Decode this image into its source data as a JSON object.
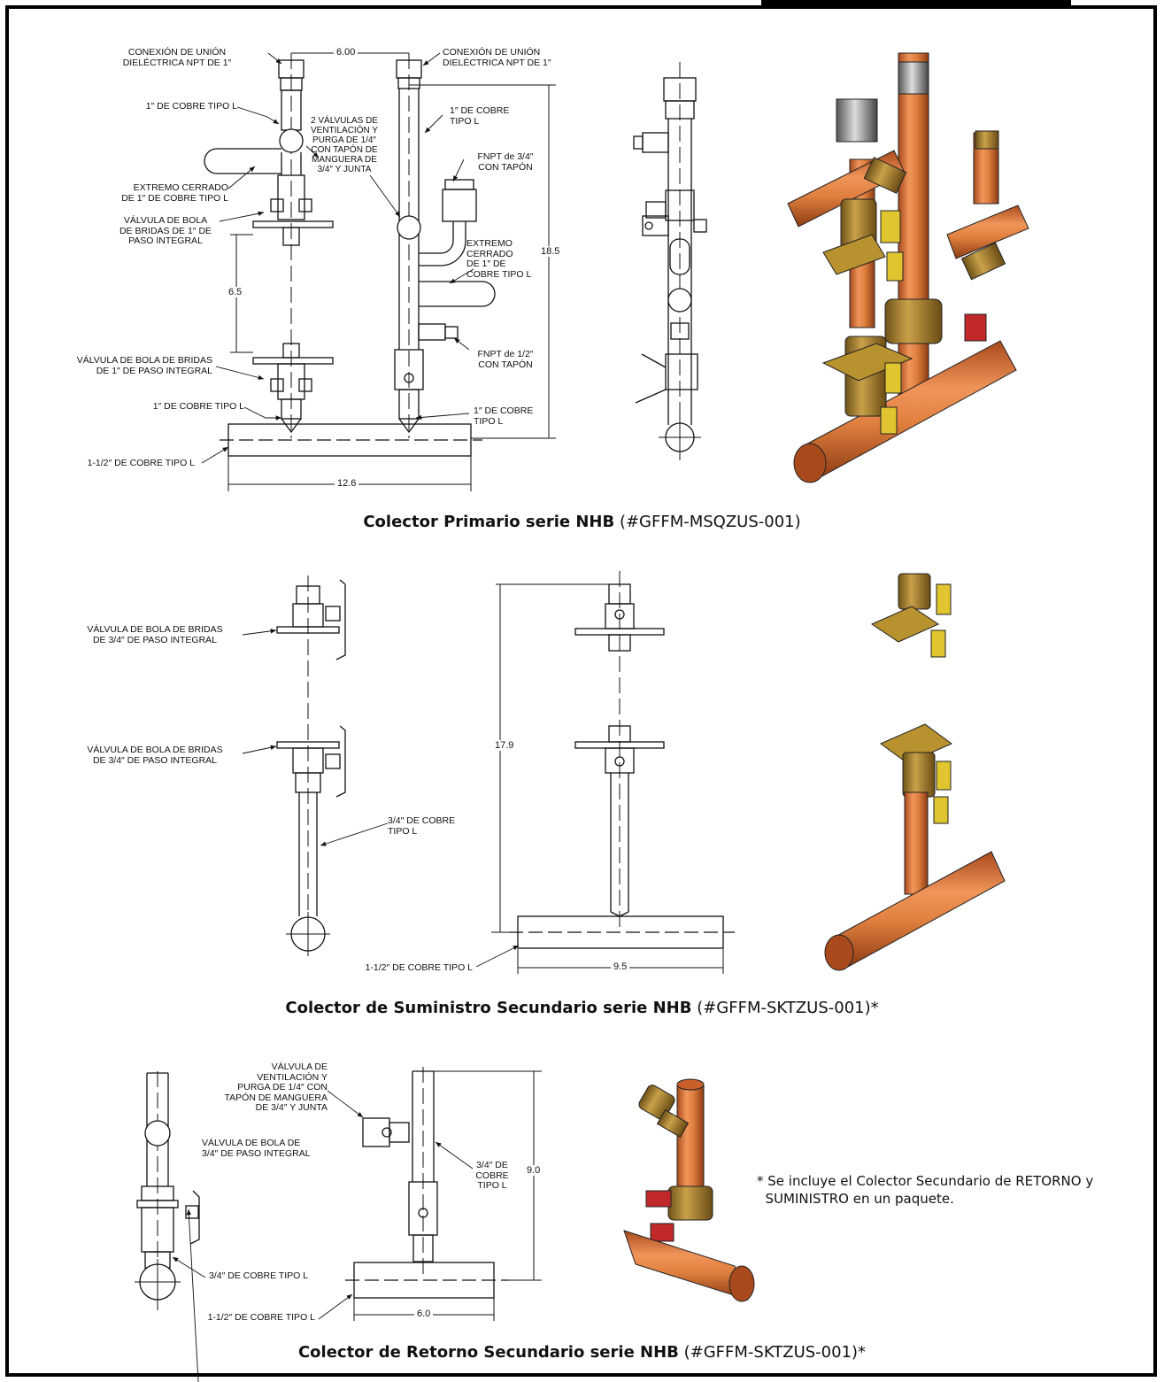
{
  "primary": {
    "labels": {
      "conexion_left": "CONEXIÓN DE UNIÓN\nDIELÉCTRICA NPT DE 1″",
      "conexion_right": "CONEXIÓN DE UNIÓN\nDIELÉCTRICA NPT DE 1″",
      "cobre_top_left": "1″ DE COBRE TIPO L",
      "valvulas_vent": "2 VÁLVULAS DE\nVENTILACIÓN Y\nPURGA DE 1/4″\nCON TAPÓN DE\nMANGUERA DE\n3/4″ Y JUNTA",
      "extremo_left": "EXTREMO CERRADO\nDE 1″ DE COBRE TIPO L",
      "valvula_bola_top": "VÁLVULA DE BOLA\nDE BRIDAS DE 1″ DE\nPASO INTEGRAL",
      "valvula_bola_bottom": "VÁLVULA DE BOLA DE BRIDAS\nDE 1″ DE PASO INTEGRAL",
      "cobre_bottom_left": "1″ DE COBRE TIPO L",
      "header": "1-1/2″ DE COBRE TIPO L",
      "cobre_top_right": "1″ DE COBRE\nTIPO L",
      "fnpt_34": "FNPT de 3/4″\nCON TAPÓN",
      "extremo_right": "EXTREMO\nCERRADO\nDE 1″ DE\nCOBRE TIPO L",
      "fnpt_12": "FNPT de 1/2″\nCON TAPÓN",
      "cobre_bottom_right": "1″ DE COBRE\nTIPO L"
    },
    "dims": {
      "spacing": "6.00",
      "height": "18.5",
      "gap": "6.5",
      "length": "12.6"
    },
    "title_bold": "Colector Primario serie NHB",
    "title_code": "(#GFFM-MSQZUS-001)"
  },
  "supply": {
    "labels": {
      "valvula_top": "VÁLVULA DE BOLA DE BRIDAS\nDE 3/4″ DE PASO INTEGRAL",
      "valvula_bottom": "VÁLVULA DE BOLA DE BRIDAS\nDE 3/4″ DE PASO INTEGRAL",
      "cobre": "3/4″ DE COBRE\nTIPO L",
      "header": "1-1/2″ DE COBRE TIPO L"
    },
    "dims": {
      "height": "17.9",
      "length": "9.5"
    },
    "title_bold": "Colector de Suministro Secundario serie NHB",
    "title_code": "(#GFFM-SKTZUS-001)*"
  },
  "return": {
    "labels": {
      "valvula_vent": "VÁLVULA DE\nVENTILACIÓN Y\nPURGA DE 1/4″ CON\nTAPÓN DE MANGUERA\nDE 3/4″ Y JUNTA",
      "valvula_bola": "VÁLVULA DE BOLA DE\n3/4″ DE PASO INTEGRAL",
      "cobre_right": "3/4″ DE\nCOBRE\nTIPO L",
      "cobre_left": "3/4″ DE COBRE TIPO L",
      "header": "1-1/2″ DE COBRE TIPO L"
    },
    "dims": {
      "height": "9.0",
      "length": "6.0"
    },
    "title_bold": "Colector de Retorno Secundario serie NHB",
    "title_code": "(#GFFM-SKTZUS-001)*"
  },
  "note": "* Se incluye el Colector Secundario de RETORNO y\n  SUMINISTRO en un paquete.",
  "colors": {
    "copper": "#d9773a",
    "brass": "#a8822e",
    "handle_yellow": "#e0c530",
    "handle_red": "#c0282a",
    "line": "#111111"
  }
}
